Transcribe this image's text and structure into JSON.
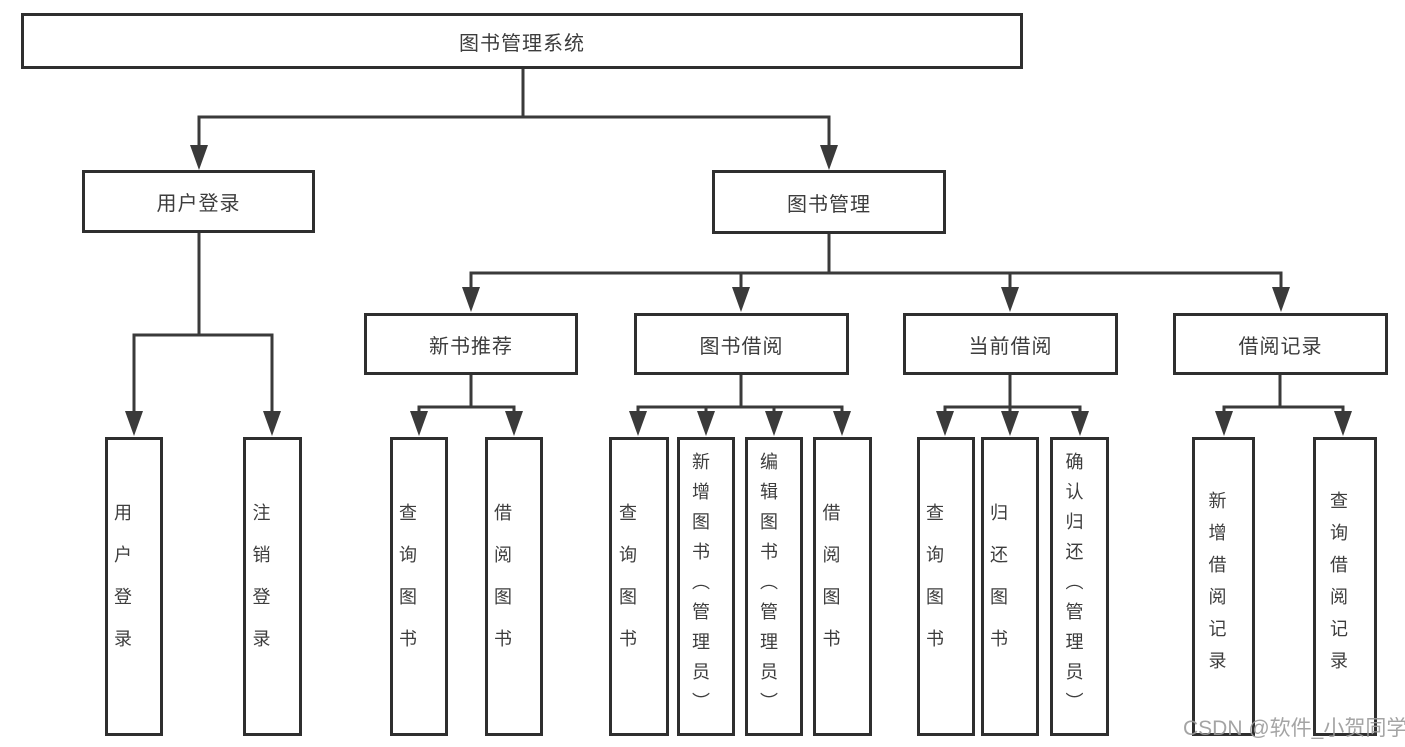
{
  "diagram": {
    "root": {
      "label": "图书管理系统"
    },
    "branches": [
      {
        "label": "用户登录",
        "children": [
          {
            "label": "用户登录"
          },
          {
            "label": "注销登录"
          }
        ]
      },
      {
        "label": "图书管理",
        "children": [
          {
            "label": "新书推荐",
            "children": [
              {
                "label": "查询图书"
              },
              {
                "label": "借阅图书"
              }
            ]
          },
          {
            "label": "图书借阅",
            "children": [
              {
                "label": "查询图书"
              },
              {
                "label": "新增图书（管理员）"
              },
              {
                "label": "编辑图书（管理员）"
              },
              {
                "label": "借阅图书"
              }
            ]
          },
          {
            "label": "当前借阅",
            "children": [
              {
                "label": "查询图书"
              },
              {
                "label": "归还图书"
              },
              {
                "label": "确认归还（管理员）"
              }
            ]
          },
          {
            "label": "借阅记录",
            "children": [
              {
                "label": "新增借阅记录"
              },
              {
                "label": "查询借阅记录"
              }
            ]
          }
        ]
      }
    ]
  },
  "watermark": "CSDN @软件_小贺同学",
  "colors": {
    "line": "#3a3a3a",
    "border": "#2f2f2f",
    "text": "#3d3d3d",
    "watermark": "#9b9b9b"
  }
}
